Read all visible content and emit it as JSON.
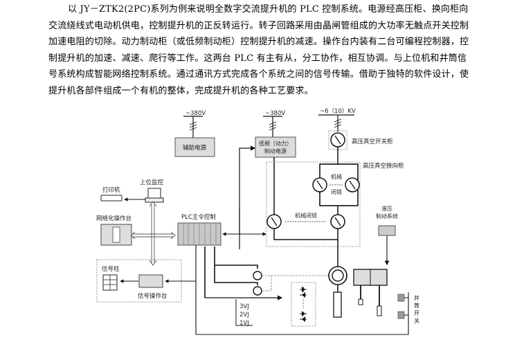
{
  "document": {
    "paragraph": "以 JY－ZTK2(2PC)系列为例来说明全数字交流提升机的 PLC 控制系统。电源经高压柜、换向柜向交流绕线式电动机供电，控制提升机的正反转运行。转子回路采用由晶闸管组成的大功率无触点开关控制加速电阻的切除。动力制动柜（或低频制动柜）控制提升机的减速。操作台内装有二台可编程控制器，控制提升机的加速、减速、爬行等工作。这两台 PLC 有主有从，分工协作，相互协调。与上位机和井筒信号系统构成智能网络控制系统。通过通讯方式完成各个系统之间的信号传输。借助于独特的软件设计，使提升机各部件组成一个有机的整体，完成提升机的各种工艺要求。"
  },
  "diagram": {
    "supply_380v_aux": "~380V",
    "supply_380v_brake": "~380V",
    "supply_hv": "~6（10）KV",
    "aux_power": "辅助电源",
    "lowfreq_brake_line1": "低频（动力）",
    "lowfreq_brake_line2": "制动电源",
    "hv_switch_cabinet": "高压真空开关柜",
    "hv_reversing_cabinet": "高压真空换向柜",
    "mech_interlock_top_line1": "机械",
    "mech_interlock_top_line2": "闭锁",
    "mech_interlock_bottom": "机械闭锁",
    "host_monitor": "上位监控",
    "printer": "打印机",
    "network_console": "网络化操作台",
    "plc_main": "PLC主令控制",
    "hydraulic_line1": "液压",
    "hydraulic_line2": "制动系统",
    "signal_column": "信号柱",
    "signal_console": "信号操作台",
    "relays": [
      "3VJ",
      "2VJ",
      "1VJ"
    ],
    "shaft_switch": [
      "井",
      "筒",
      "开",
      "关"
    ]
  }
}
